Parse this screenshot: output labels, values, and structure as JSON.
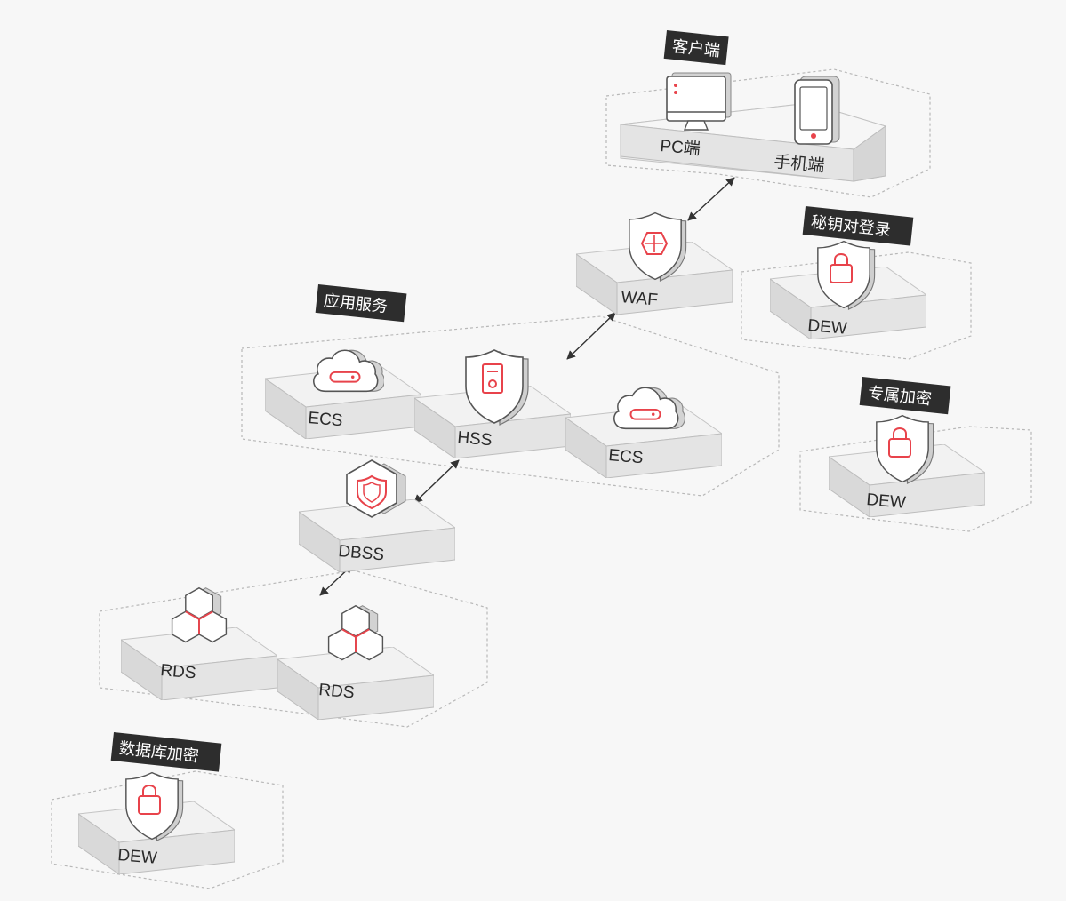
{
  "groups": {
    "client": {
      "title": "客户端"
    },
    "app": {
      "title": "应用服务"
    },
    "key_login": {
      "title": "秘钥对登录"
    },
    "dedicated": {
      "title": "专属加密"
    },
    "db_enc": {
      "title": "数据库加密"
    }
  },
  "nodes": {
    "pc": {
      "label": "PC端",
      "icon": "monitor-icon"
    },
    "mobile": {
      "label": "手机端",
      "icon": "phone-icon"
    },
    "waf": {
      "label": "WAF",
      "icon": "shield-gear-icon"
    },
    "ecs1": {
      "label": "ECS",
      "icon": "cloud-server-icon"
    },
    "hss": {
      "label": "HSS",
      "icon": "shield-document-icon"
    },
    "ecs2": {
      "label": "ECS",
      "icon": "cloud-server-icon"
    },
    "dbss": {
      "label": "DBSS",
      "icon": "hexagon-shield-icon"
    },
    "rds1": {
      "label": "RDS",
      "icon": "hexagon-cluster-icon"
    },
    "rds2": {
      "label": "RDS",
      "icon": "hexagon-cluster-icon"
    },
    "dew1": {
      "label": "DEW",
      "icon": "shield-lock-icon"
    },
    "dew2": {
      "label": "DEW",
      "icon": "shield-lock-icon"
    },
    "dew3": {
      "label": "DEW",
      "icon": "shield-lock-icon"
    }
  },
  "colors": {
    "accent": "#e8434b",
    "tag_bg": "#2d2d2d",
    "box_top": "#f2f2f2",
    "box_side": "#d8d8d8",
    "box_edge": "#bdbdbd",
    "dash": "#b8b8b8"
  }
}
